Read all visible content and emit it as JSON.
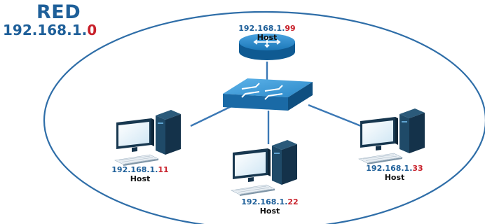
{
  "network": {
    "title": "RED",
    "subnet_prefix": "192.168.1.",
    "subnet_suffix": "0"
  },
  "colors": {
    "label_blue": "#1e5f99",
    "octet_red": "#c8202a",
    "device_blue": "#1c78b8",
    "cable": "#3b78b5",
    "pc_dark": "#1b3d56"
  },
  "devices": [
    {
      "id": "router",
      "icon": "router-icon",
      "ip_prefix": "192.168.1.",
      "ip_last": "99",
      "role": "Host"
    },
    {
      "id": "switch",
      "icon": "switch-icon"
    },
    {
      "id": "pc-left",
      "icon": "desktop-computer-icon",
      "ip_prefix": "192.168.1.",
      "ip_last": "11",
      "role": "Host"
    },
    {
      "id": "pc-center",
      "icon": "desktop-computer-icon",
      "ip_prefix": "192.168.1.",
      "ip_last": "22",
      "role": "Host"
    },
    {
      "id": "pc-right",
      "icon": "desktop-computer-icon",
      "ip_prefix": "192.168.1.",
      "ip_last": "33",
      "role": "Host"
    }
  ]
}
